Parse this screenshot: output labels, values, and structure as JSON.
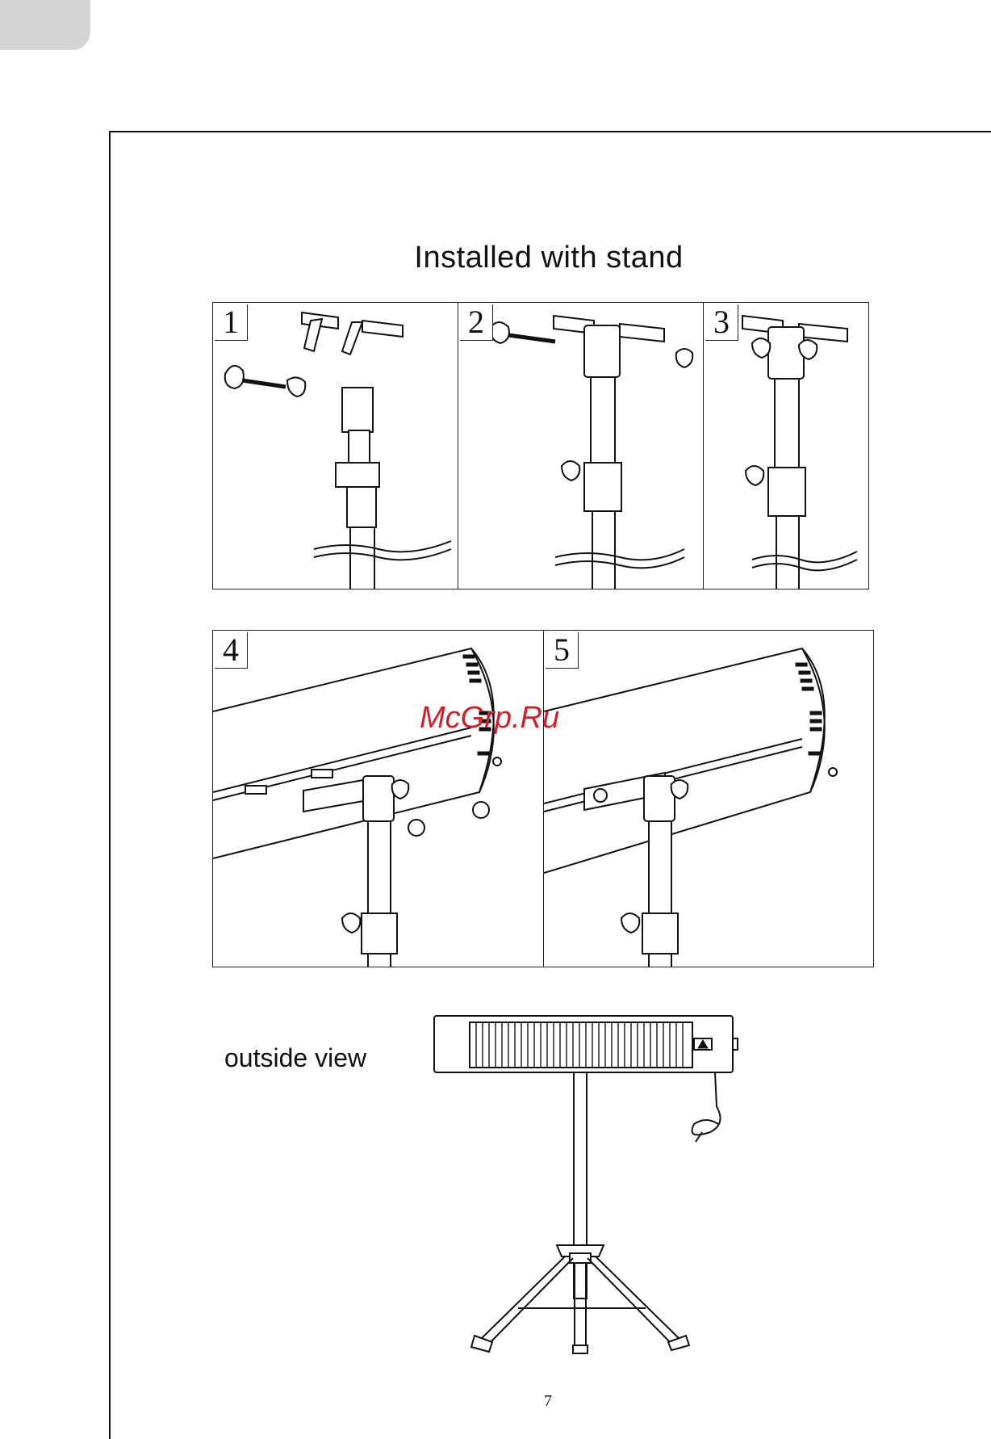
{
  "title": "Installed with stand",
  "steps": [
    {
      "number": "1"
    },
    {
      "number": "2"
    },
    {
      "number": "3"
    },
    {
      "number": "4"
    },
    {
      "number": "5"
    }
  ],
  "outside_view_label": "outside view",
  "watermark": "McGrp.Ru",
  "page_number": "7"
}
